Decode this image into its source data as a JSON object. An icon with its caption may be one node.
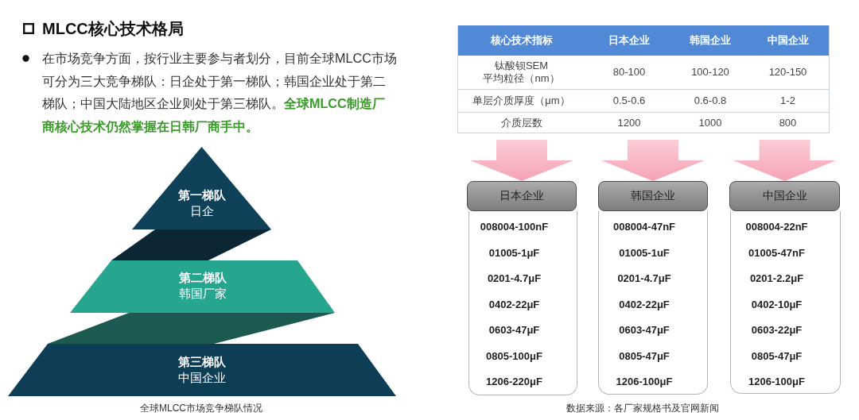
{
  "diagram": {
    "title": "MLCC核心技术格局",
    "nodes": [
      {
        "text": [
          "第一梯队",
          "日企"
        ]
      },
      {
        "text": [],
        "shape": "band"
      },
      {
        "text": [
          "第二梯队",
          "韩国厂家"
        ]
      },
      {
        "text": [],
        "shape": "band"
      },
      {
        "text": [
          "第三梯队",
          "中国企业"
        ]
      },
      {
        "text": [
          "日本企业"
        ]
      },
      {
        "text": [
          "008004-100nF",
          "01005-1μF",
          "0201-4.7μF",
          "0402-22μF",
          "0603-47μF",
          "0805-100μF",
          "1206-220μF"
        ]
      },
      {
        "text": [
          "韩国企业"
        ]
      },
      {
        "text": [
          "008004-47nF",
          "01005-1uF",
          "0201-4.7μF",
          "0402-22μF",
          "0603-47μF",
          "0805-47μF",
          "1206-100μF"
        ]
      },
      {
        "text": [
          "中国企业"
        ]
      },
      {
        "text": [
          "008004-22nF",
          "01005-47nF",
          "0201-2.2μF",
          "0402-10μF",
          "0603-22μF",
          "0805-47μF",
          "1206-100μF"
        ]
      }
    ],
    "edges": [
      {
        "from": null,
        "to": 5,
        "arrow": "to",
        "style": "thick",
        "color": "#f5a3b4"
      },
      {
        "from": null,
        "to": 7,
        "arrow": "to",
        "style": "thick",
        "color": "#f5a3b4"
      },
      {
        "from": null,
        "to": 9,
        "arrow": "to",
        "style": "thick",
        "color": "#f5a3b4"
      }
    ],
    "labels": [
      "在市场竞争方面，按行业主要参与者划分，目前全球MLCC市场可分为三大竞争梯队：日企处于第一梯队；韩国企业处于第二梯队；中国大陆地区企业则处于第三梯队。**全球MLCC制造厂商核心技术仍然掌握在日韩厂商手中。**",
      "核心技术指标",
      "日本企业",
      "韩国企业",
      "中国企业",
      "钛酸钡SEM 平均粒径（nm）",
      "80-100",
      "100-120",
      "120-150",
      "单层介质厚度（μm）",
      "0.5-0.6",
      "0.6-0.8",
      "1-2",
      "介质层数",
      "1200",
      "1000",
      "800",
      "全球MLCC市场竞争梯队情况",
      "数据来源：各厂家规格书及官网新闻"
    ]
  }
}
